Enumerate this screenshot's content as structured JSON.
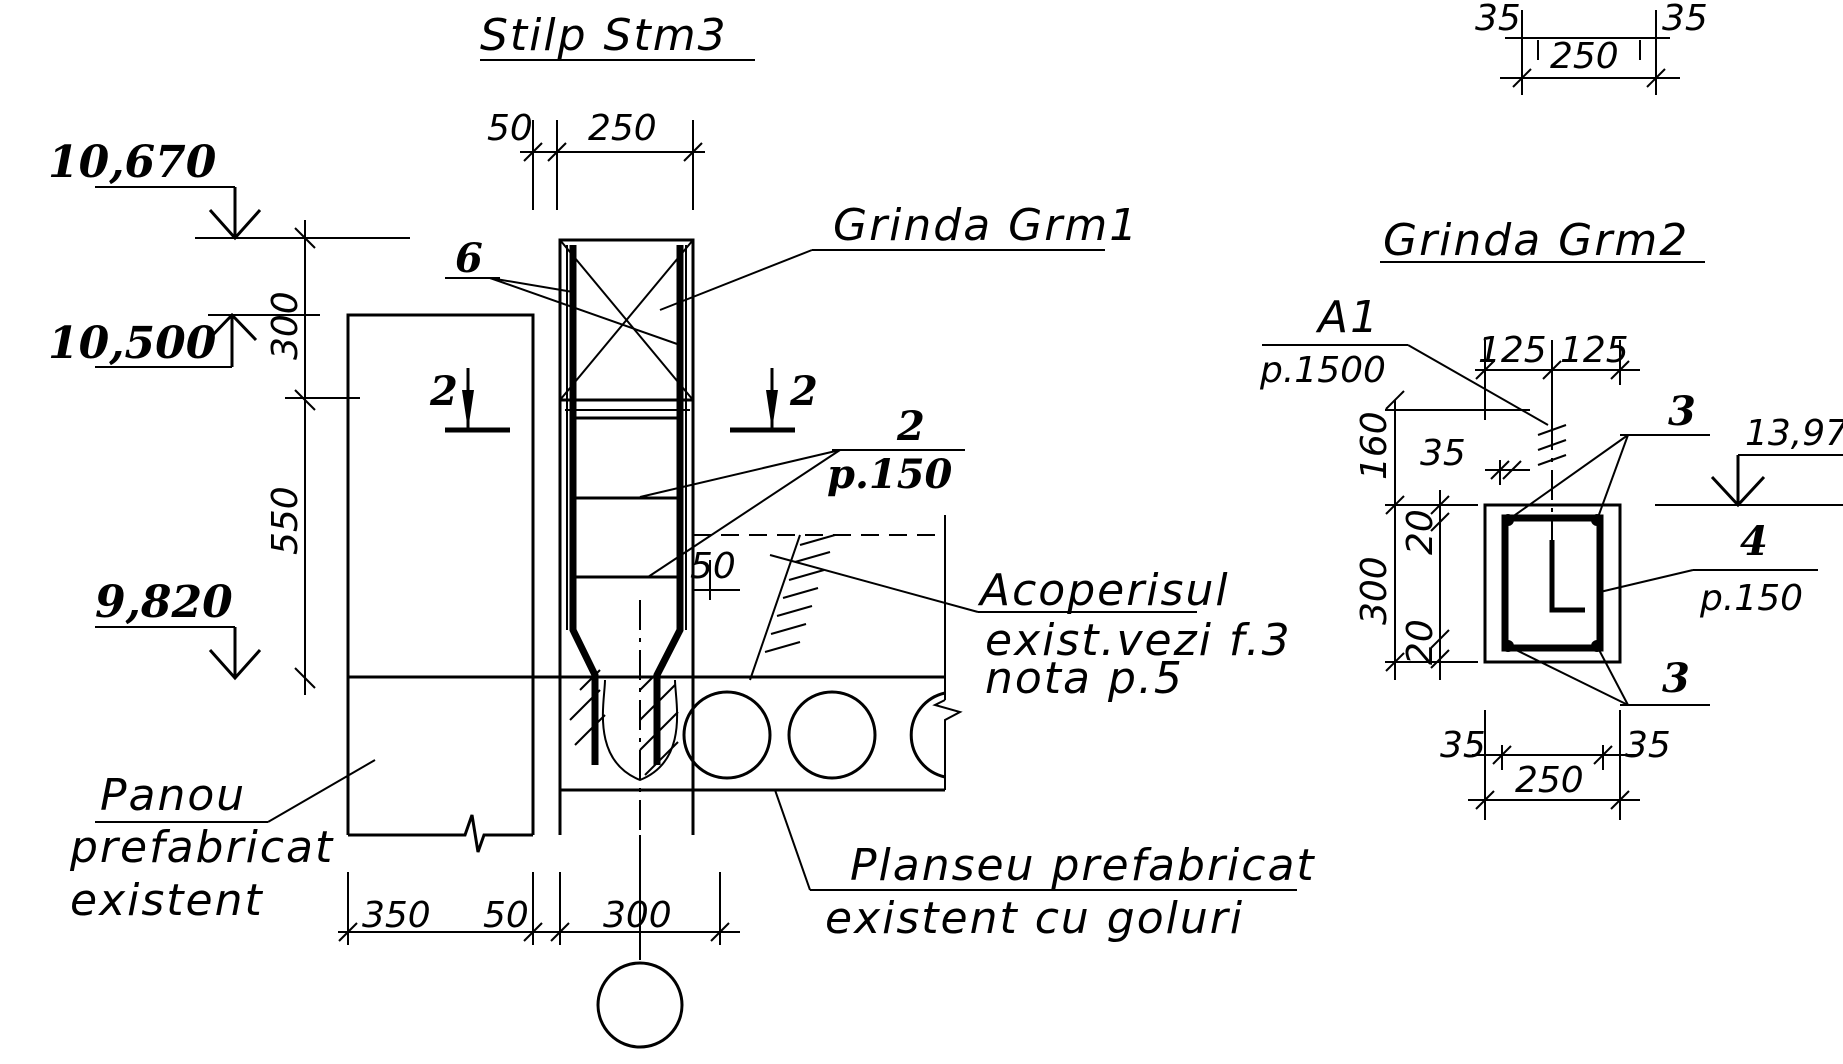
{
  "left_detail": {
    "title": "Stilp Stm3",
    "levels": {
      "top": "10,670",
      "mid": "10,500",
      "low": "9,820"
    },
    "vertical_dims": {
      "upper": "300",
      "lower": "550"
    },
    "top_dims": {
      "a": "50",
      "b": "250"
    },
    "bottom_dims": {
      "a": "350",
      "b": "50",
      "c": "300"
    },
    "hatch_dim": "50",
    "section_marks": {
      "left": "2",
      "right": "2"
    },
    "bar_mark": "6",
    "stirrup_mark": {
      "count": "2",
      "spacing": "p.150"
    },
    "callouts": {
      "grinda": "Grinda Grm1",
      "acoperis": [
        "Acoperisul",
        "exist.vezi f.3",
        "nota p.5"
      ],
      "planseu": [
        "Planseu prefabricat",
        "existent cu goluri"
      ],
      "panou": [
        "Panou",
        "prefabricat",
        "existent"
      ]
    }
  },
  "right_detail": {
    "title": "Grinda Grm2",
    "top_dims": {
      "a": "35",
      "b": "250",
      "c": "35"
    },
    "anchor": {
      "mark": "A1",
      "spacing": "p.1500"
    },
    "half_dims": {
      "a": "125",
      "b": "125"
    },
    "side_dims": {
      "a": "160",
      "b": "35",
      "c": "20",
      "d": "300",
      "e": "20"
    },
    "level": "13,97",
    "bar_marks": {
      "top": "3",
      "bottom": "3"
    },
    "stirrup_mark": {
      "count": "4",
      "spacing": "p.150"
    },
    "bottom_dims": {
      "a": "35",
      "b": "250",
      "c": "35"
    }
  }
}
